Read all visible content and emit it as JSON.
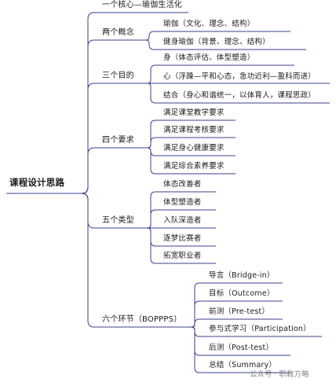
{
  "root": {
    "label": "课程设计思路"
  },
  "branches": [
    {
      "label": "一个核心—瑜伽生活化",
      "children": []
    },
    {
      "label": "两个概念",
      "children": [
        "瑜伽（文化、理念、结构）",
        "健身瑜伽（背景、理念、结构）"
      ]
    },
    {
      "label": "三个目的",
      "children": [
        "身（体态评估、体型塑造）",
        "心（浮躁—平和心态，急功近利—盈科而进）",
        "结合（身心和谐统一，以体育人，课程思政）"
      ]
    },
    {
      "label": "四个要求",
      "children": [
        "满足课堂教学要求",
        "满足课程考核要求",
        "满足身心健康要求",
        "满足综合素养要求"
      ]
    },
    {
      "label": "五个类型",
      "children": [
        "体态改善者",
        "体型塑造者",
        "入队深造者",
        "逐梦比赛者",
        "拓宽职业者"
      ]
    },
    {
      "label": "六个环节（BOPPPS）",
      "children": [
        "导言（Bridge-in）",
        "目标（Outcome）",
        "前测（Pre-test）",
        "参与式学习（Participation）",
        "后测（Post-test）",
        "总结（Summary）"
      ]
    }
  ],
  "watermark": "公众号 · 职教方略",
  "colors": {
    "line": "#3d3f8f",
    "text": "#1a1a1a"
  }
}
